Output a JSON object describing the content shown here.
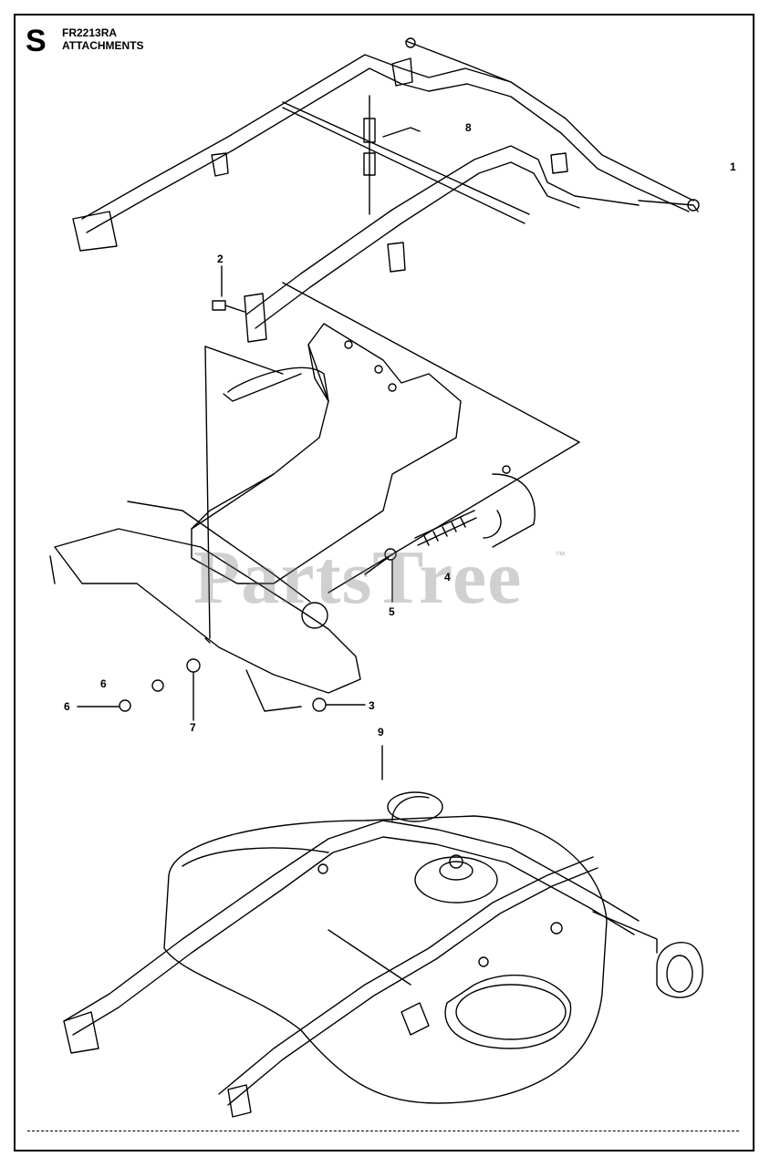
{
  "header": {
    "section_letter": "S",
    "model_code": "FR2213RA",
    "title": "ATTACHMENTS"
  },
  "watermark": {
    "text": "PartsTree",
    "tm": "™"
  },
  "callouts": [
    "1",
    "2",
    "3",
    "4",
    "5",
    "6",
    "6",
    "7",
    "8",
    "9"
  ]
}
